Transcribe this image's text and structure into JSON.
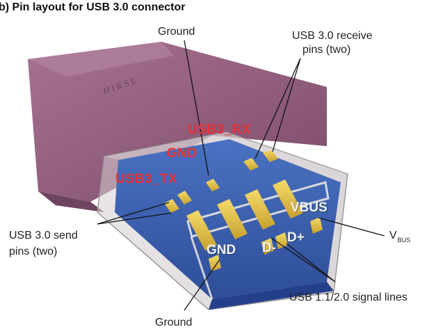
{
  "title": "b) Pin layout for USB 3.0 connector",
  "colors": {
    "housing": "#8e5a78",
    "connector_blue": "#3d62b0",
    "pin_gold": "#e3c24a",
    "red_label": "#e8353b"
  },
  "callouts": {
    "ground_top": "Ground",
    "receive_line1": "USB 3.0 receive",
    "receive_line2": "pins (two)",
    "send_line1": "USB 3.0 send",
    "send_line2": "pins (two)",
    "vbus_main": "V",
    "vbus_sub": "BUS",
    "signal_lines": "USB 1.1/2.0 signal lines",
    "ground_bottom": "Ground"
  },
  "pin_labels": {
    "usb3_rx": "USB3_RX",
    "gnd_red": "GND",
    "usb3_tx": "USB3_TX",
    "vbus": "VBUS",
    "gnd_white": "GND",
    "d_minus": "D-",
    "d_plus": "D+"
  },
  "housing_text": "HIRSE"
}
